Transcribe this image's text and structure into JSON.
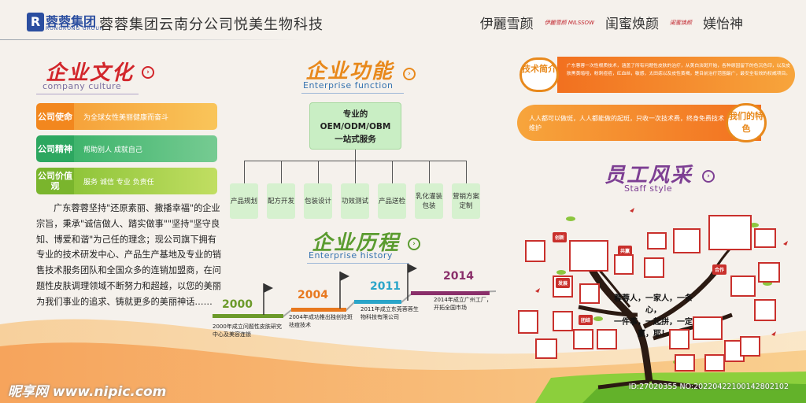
{
  "header": {
    "logo_mark": "R",
    "logo_name": "蓉蓉集团",
    "logo_sub": "RONGRONG GROUP",
    "company": "蓉蓉集团云南分公司悦美生物科技",
    "brands": [
      "伊麗雪颜",
      "闺蜜焕颜",
      "媄怡神"
    ],
    "brand_minis": [
      "伊麗雪颜 MILSSOW",
      "闺蜜焕颜"
    ]
  },
  "culture": {
    "title": "企业文化",
    "subtitle": "company culture",
    "rows": [
      {
        "tag": "公司使命",
        "text": "为全球女性美丽健康而奋斗",
        "color": "#f2871e",
        "color2": "#f6b13a"
      },
      {
        "tag": "公司精神",
        "text": "帮助别人 成就自己",
        "color": "#2da760",
        "color2": "#57c07e"
      },
      {
        "tag": "公司价值观",
        "text": "服务 诚信 专业 负责任",
        "color": "#7ab52d",
        "color2": "#a9d34a"
      }
    ],
    "paragraph": "广东蓉蓉坚持\"还原素丽、撒播幸福\"的企业宗旨，秉承\"诚信做人、踏实做事\"\"坚持\"坚守良知、博爱和谐\"为己任的理念；现公司旗下拥有专业的技术研发中心、产品生产基地及专业的销售技术服务团队和全国众多的连销加盟商，在问题性皮肤调理领域不断努力和超越，以您的美丽为我们事业的追求、铸就更多的美丽神话……"
  },
  "function": {
    "title": "企业功能",
    "subtitle": "Enterprise function",
    "center_lines": [
      "专业的",
      "OEM/ODM/OBM",
      "一站式服务"
    ],
    "boxes": [
      "产品规划",
      "配方开发",
      "包装设计",
      "功效测试",
      "产品送检",
      "乳化灌装包装",
      "营销方案定制"
    ]
  },
  "history": {
    "title": "企业历程",
    "subtitle": "Enterprise history",
    "items": [
      {
        "year": "2000",
        "desc": "2000年成立问题性皮肤研究中心及美容连锁",
        "color": "#6c9a2a"
      },
      {
        "year": "2004",
        "desc": "2004年成功推出独创祛斑祛痘技术",
        "color": "#e8781e"
      },
      {
        "year": "2011",
        "desc": "2011年成立东莞蓉蓉生物科技有限公司",
        "color": "#2aa5c9"
      },
      {
        "year": "2014",
        "desc": "2014年成立广州工厂，开拓全国市场",
        "color": "#8a2f6a"
      }
    ]
  },
  "tech": {
    "tag": "技术简介",
    "text": "广东蓉蓉一次性根质技术，涵盖了所有问题性皮肤的治疗，从美白淡斑开始，各种原因留下的色沉色印，以及皮肤黑黄暗哑，粉刺痘痘，红血丝，敏感，太田痣以及皮性黄褐，是目前治疗范围最广，最安全有效的权威项目。"
  },
  "feature": {
    "tag": "我们的特色",
    "text": "人人都可以做斑，人人都能做的起斑，只收一次技术费，终身免费技术维护"
  },
  "staff": {
    "title": "员工风采",
    "subtitle": "Staff style",
    "labels": [
      "创新",
      "共赢",
      "发展",
      "合作",
      "团结"
    ],
    "slogan_lines": [
      "蓉蓉人，一家人，一条心，",
      "一件事，一起拼，一定赢，耶！"
    ]
  },
  "watermark": {
    "left": "昵享网 www.nipic.com",
    "right": "ID:27020355 NO:20220422100142802102"
  }
}
